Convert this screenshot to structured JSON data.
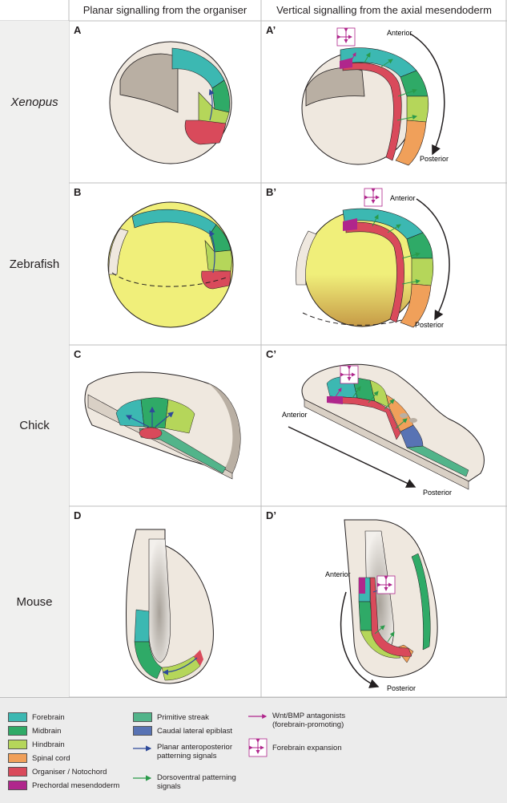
{
  "headers": {
    "col1": "Planar signalling from the organiser",
    "col2": "Vertical signalling from the axial mesendoderm"
  },
  "rows": [
    {
      "label": "Xenopus",
      "italic": true,
      "left_letter": "A",
      "right_letter": "A’"
    },
    {
      "label": "Zebrafish",
      "italic": false,
      "left_letter": "B",
      "right_letter": "B’"
    },
    {
      "label": "Chick",
      "italic": false,
      "left_letter": "C",
      "right_letter": "C’"
    },
    {
      "label": "Mouse",
      "italic": false,
      "left_letter": "D",
      "right_letter": "D’"
    }
  ],
  "axis_labels": {
    "anterior": "Anterior",
    "posterior": "Posterior"
  },
  "colors": {
    "forebrain": "#3cb8b2",
    "midbrain": "#2faa67",
    "hindbrain": "#b5d65a",
    "spinal_cord": "#f0a05a",
    "organiser": "#d94a5b",
    "prechordal": "#b0268c",
    "primitive_streak": "#52b48a",
    "caudal_epiblast": "#5873b4",
    "tissue": "#efe8df",
    "tissue_dark": "#b9afa3",
    "yolk": "#f0ef7a"
  },
  "legend": {
    "forebrain": "Forebrain",
    "midbrain": "Midbrain",
    "hindbrain": "Hindbrain",
    "spinal_cord": "Spinal cord",
    "organiser": "Organiser / Notochord",
    "prechordal": "Prechordal mesendoderm",
    "primitive_streak": "Primitive streak",
    "caudal_epiblast": "Caudal lateral epiblast",
    "planar_line1": "Planar anteroposterior",
    "planar_line2": "patterning signals",
    "dv_line1": "Dorsoventral patterning",
    "dv_line2": "signals",
    "wnt_line1": "Wnt/BMP antagonists",
    "wnt_line2": "(forebrain-promoting)",
    "expansion": "Forebrain expansion"
  }
}
